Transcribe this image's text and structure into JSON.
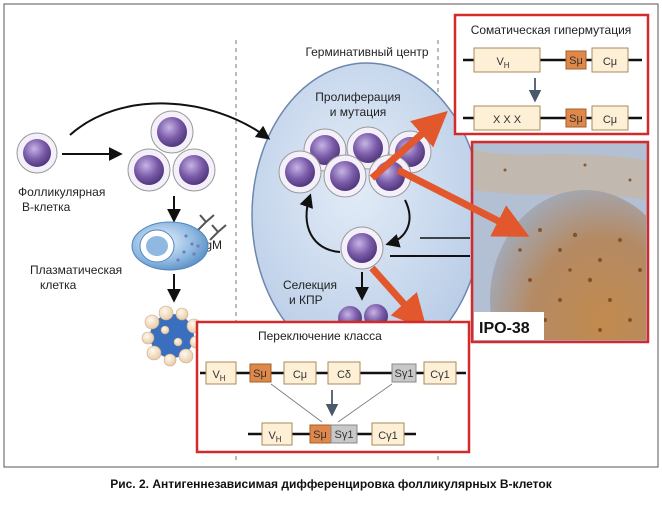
{
  "labels": {
    "germinal_center": "Герминативный центр",
    "somatic_hypermutation": "Соматическая гипермутация",
    "proliferation_line1": "Пролиферация",
    "proliferation_line2": "и мутация",
    "follicular_line1": "Фолликулярная",
    "follicular_line2": "B-клетка",
    "igm": "IgM",
    "plasma_line1": "Плазматическая",
    "plasma_line2": "клетка",
    "selection_line1": "Селекция",
    "selection_line2": "и КПР",
    "class_switch": "Переключение класса",
    "ipo": "IPO-38"
  },
  "somatic": {
    "top_row": [
      "V",
      "Sμ",
      "Cμ"
    ],
    "bottom_row": [
      "X X X",
      "Sμ",
      "Cμ"
    ],
    "vh_sub": "H"
  },
  "class_switch_genes": {
    "top_row": [
      "V",
      "Sμ",
      "Cμ",
      "Cδ",
      "Sγ1",
      "Cγ1"
    ],
    "bottom_row": [
      "V",
      "Sμ",
      "Sγ1",
      "Cγ1"
    ],
    "vh_sub": "H"
  },
  "caption": "Рис. 2. Антигеннезависимая дифференцировка фолликулярных B-клеток",
  "colors": {
    "cell_purple": "#7a5ba8",
    "gc_fill": "#c9d8ec",
    "gene_fill": "#fdf0d6",
    "switch_fill": "#e0884a",
    "gamma_fill": "#c8c8c8",
    "frame_red": "#d42a2a",
    "arrow_red": "#e2572b"
  }
}
